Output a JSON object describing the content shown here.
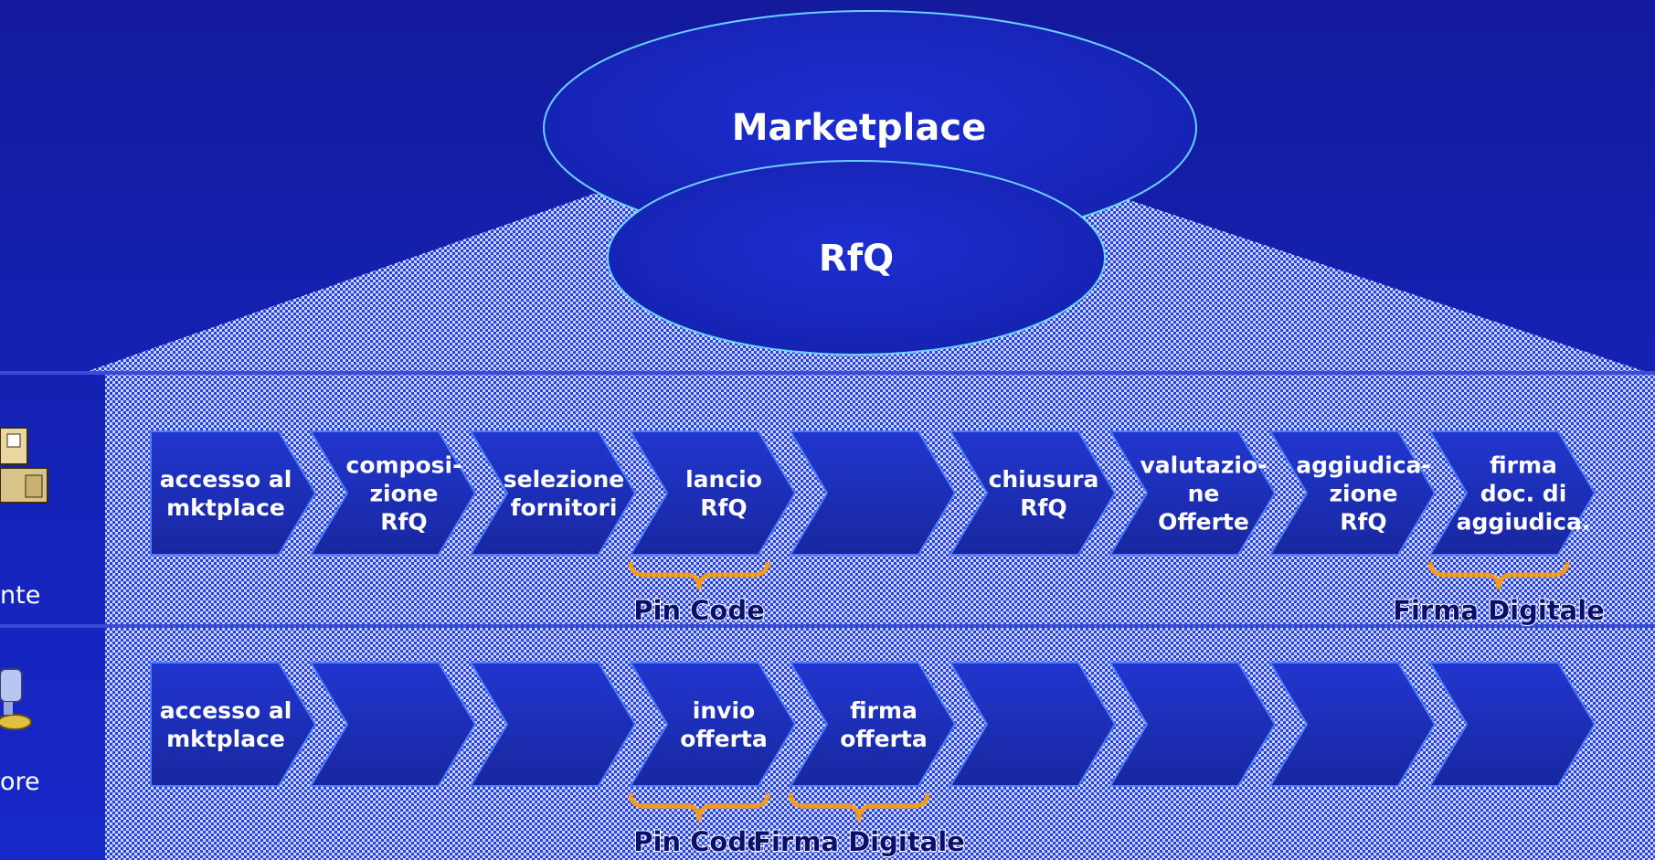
{
  "diagram": {
    "top_ellipse_label": "Marketplace",
    "inner_ellipse_label": "RfQ",
    "lanes": [
      {
        "actor_label": "nte",
        "steps": [
          [
            "accesso al",
            "mktplace"
          ],
          [
            "composi-",
            "zione",
            "RfQ"
          ],
          [
            "selezione",
            "fornitori"
          ],
          [
            "lancio",
            "RfQ"
          ],
          [],
          [
            "chiusura",
            "RfQ"
          ],
          [
            "valutazio-",
            "ne",
            "Offerte"
          ],
          [
            "aggiudica-",
            "zione",
            "RfQ"
          ],
          [
            "firma",
            "doc. di",
            "aggiudica."
          ]
        ],
        "braces": [
          {
            "label": "Pin Code",
            "from_step": 3,
            "to_step": 3
          },
          {
            "label": "Firma Digitale",
            "from_step": 8,
            "to_step": 8
          }
        ]
      },
      {
        "actor_label": "ore",
        "steps": [
          [
            "accesso al",
            "mktplace"
          ],
          [],
          [],
          [
            "invio",
            "offerta"
          ],
          [
            "firma",
            "offerta"
          ],
          [],
          [],
          [],
          []
        ],
        "braces": [
          {
            "label": "Pin Code",
            "from_step": 3,
            "to_step": 3
          },
          {
            "label": "Firma Digitale",
            "from_step": 4,
            "to_step": 4
          }
        ]
      }
    ]
  },
  "colors": {
    "background": "#1422b4",
    "step_fill": "#1c2fc6",
    "step_stroke": "#4d7cff",
    "brace": "#f29a1a",
    "ellipse_stroke": "#6ad0ff"
  },
  "icons": [
    "person-at-desk-icon",
    "person-at-computer-icon"
  ]
}
